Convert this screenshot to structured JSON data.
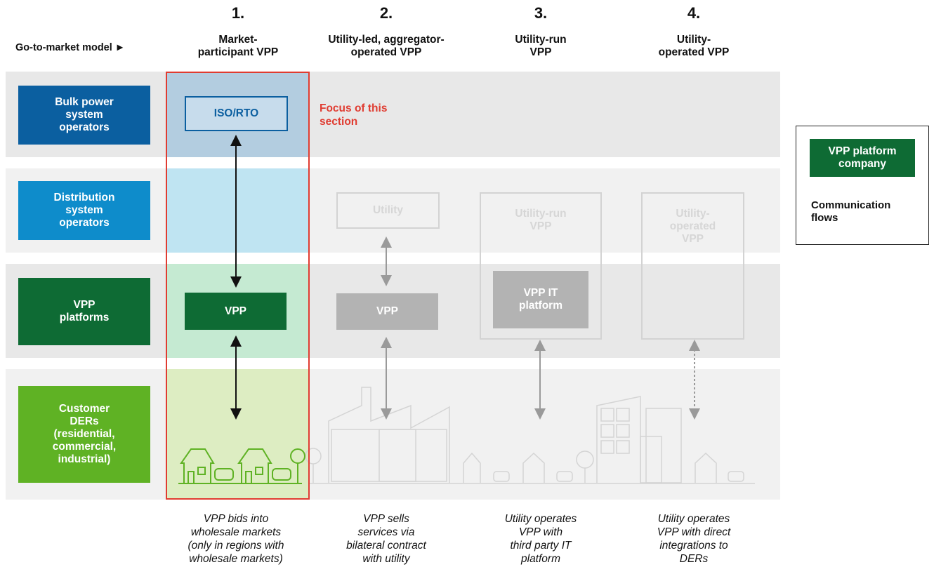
{
  "header": {
    "gtm_label": "Go-to-market model ►",
    "columns": [
      {
        "number": "1.",
        "name": "Market-\nparticipant VPP"
      },
      {
        "number": "2.",
        "name": "Utility-led, aggregator-\noperated VPP"
      },
      {
        "number": "3.",
        "name": "Utility-run\nVPP"
      },
      {
        "number": "4.",
        "name": "Utility-\noperated VPP"
      }
    ]
  },
  "rows": [
    {
      "label": "Bulk power\nsystem\noperators",
      "color": "#0b5fa0"
    },
    {
      "label": "Distribution\nsystem\noperators",
      "color": "#0e8ccb"
    },
    {
      "label": "VPP\nplatforms",
      "color": "#0e6b34"
    },
    {
      "label": "Customer\nDERs\n(residential,\ncommercial,\nindustrial)",
      "color": "#5fb224"
    }
  ],
  "boxes": {
    "iso_rto": "ISO/RTO",
    "vpp_col1": "VPP",
    "utility_col2": "Utility",
    "vpp_col2": "VPP",
    "utility_run_col3": "Utility-run\nVPP",
    "vpp_it_col3": "VPP IT\nplatform",
    "utility_operated_col4": "Utility-\noperated\nVPP"
  },
  "focus_text": "Focus of this\nsection",
  "captions": [
    "VPP bids into\nwholesale markets\n(only in regions with\nwholesale markets)",
    "VPP sells\nservices via\nbilateral contract\nwith utility",
    "Utility operates\nVPP with\nthird party IT\nplatform",
    "Utility operates\nVPP with direct\nintegrations to\nDERs"
  ],
  "legend": {
    "platform_label": "VPP platform\ncompany",
    "flows_label": "Communication\nflows"
  },
  "colors": {
    "highlight_border": "#e03c31",
    "platform_green": "#0e6b34",
    "iso_blue": "#0b5fa0"
  }
}
